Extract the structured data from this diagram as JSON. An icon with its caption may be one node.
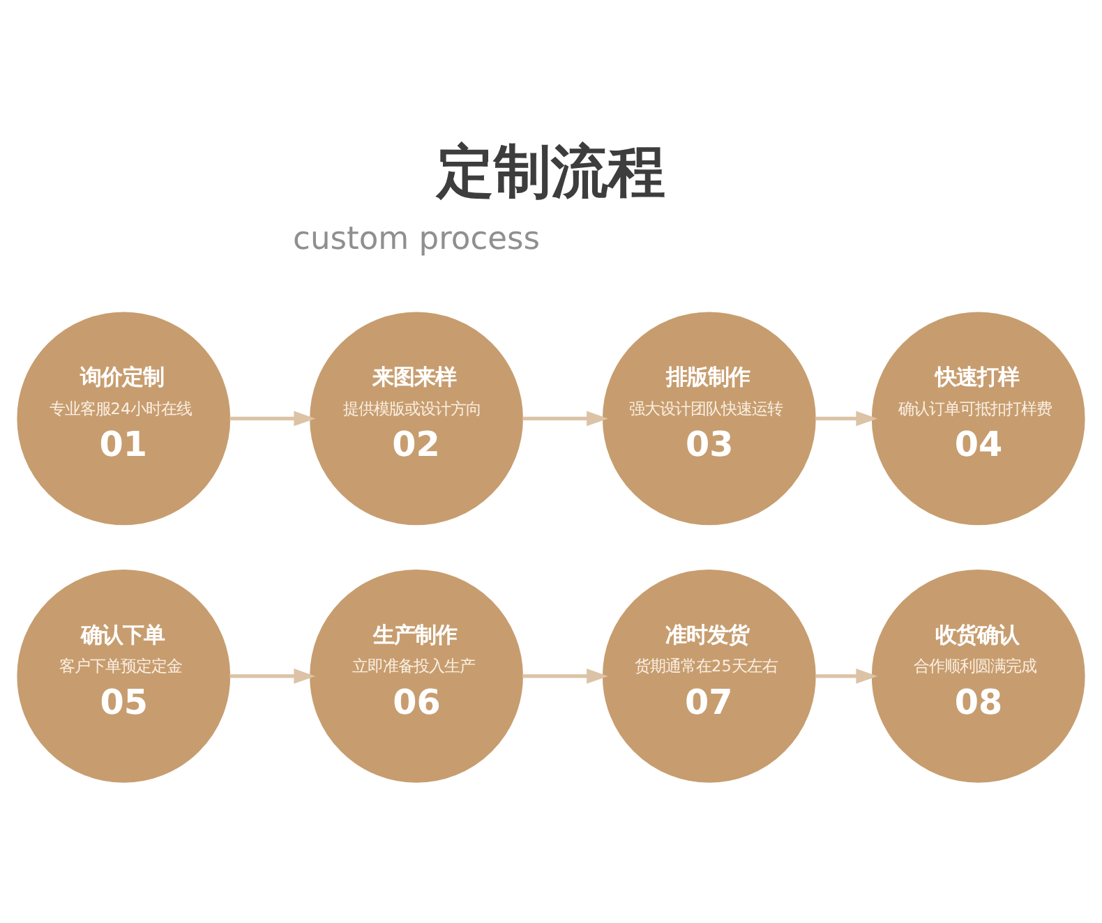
{
  "diagram": {
    "title": "定制流程",
    "nodes": [
      {
        "text": [
          "询价定制",
          "专业客服24小时在线",
          "01"
        ]
      },
      {
        "text": [
          "来图来样",
          "提供模版或设计方向",
          "02"
        ]
      },
      {
        "text": [
          "排版制作",
          "强大设计团队快速运转",
          "03"
        ]
      },
      {
        "text": [
          "快速打样",
          "确认订单可抵扣打样费",
          "04"
        ]
      },
      {
        "text": [
          "确认下单",
          "客户下单预定定金",
          "05"
        ]
      },
      {
        "text": [
          "生产制作",
          "立即准备投入生产",
          "06"
        ]
      },
      {
        "text": [
          "准时发货",
          "货期通常在25天左右",
          "07"
        ]
      },
      {
        "text": [
          "收货确认",
          "合作顺利圆满完成",
          "08"
        ]
      }
    ],
    "edges": [
      {
        "from": 0,
        "to": 1,
        "arrow": "to"
      },
      {
        "from": 1,
        "to": 2,
        "arrow": "to"
      },
      {
        "from": 2,
        "to": 3,
        "arrow": "to"
      },
      {
        "from": 4,
        "to": 5,
        "arrow": "to"
      },
      {
        "from": 5,
        "to": 6,
        "arrow": "to"
      },
      {
        "from": 6,
        "to": 7,
        "arrow": "to"
      }
    ],
    "labels": [
      "custom process"
    ]
  }
}
